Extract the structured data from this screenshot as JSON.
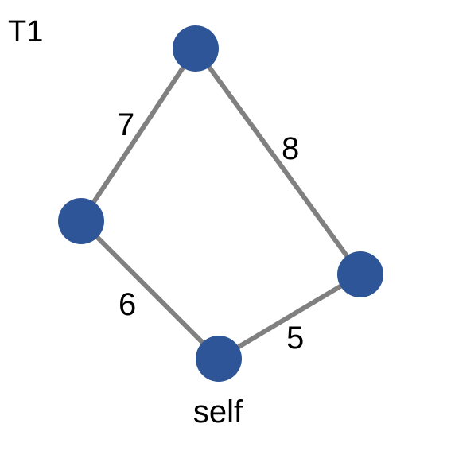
{
  "title": "T1",
  "colors": {
    "node": "#2e5597",
    "edge": "#808080",
    "text": "#000000"
  },
  "nodes": [
    {
      "id": "top",
      "label": ""
    },
    {
      "id": "left",
      "label": ""
    },
    {
      "id": "right",
      "label": ""
    },
    {
      "id": "self",
      "label": "self"
    }
  ],
  "edges": [
    {
      "from": "left",
      "to": "top",
      "weight": "7"
    },
    {
      "from": "top",
      "to": "right",
      "weight": "8"
    },
    {
      "from": "left",
      "to": "self",
      "weight": "6"
    },
    {
      "from": "self",
      "to": "right",
      "weight": "5"
    }
  ]
}
